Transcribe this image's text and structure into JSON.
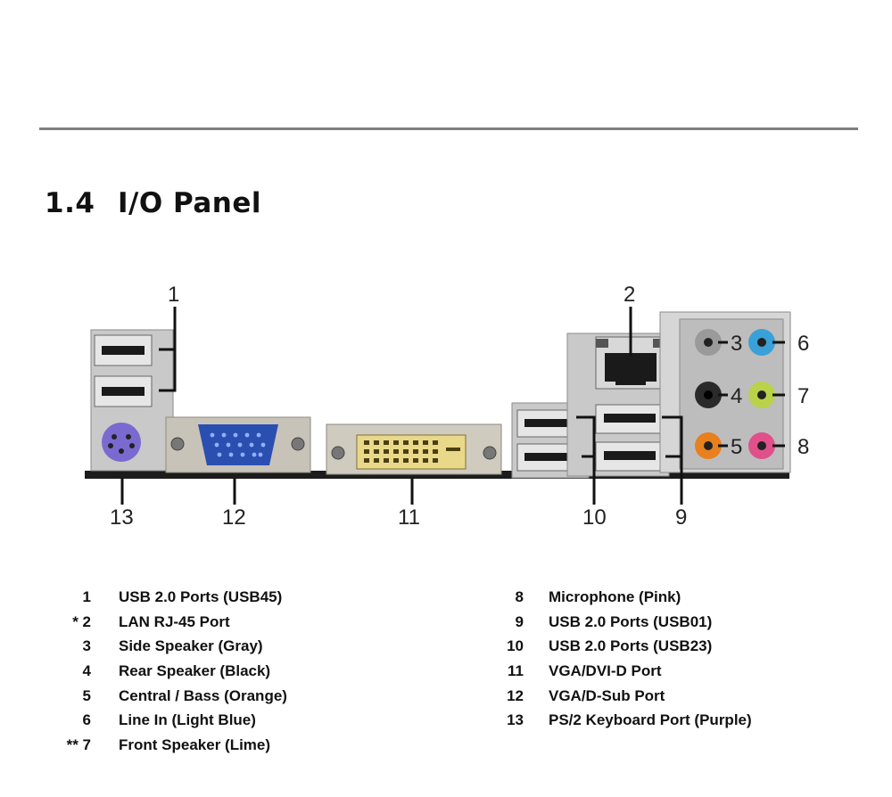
{
  "section": {
    "number": "1.4",
    "title": "I/O Panel"
  },
  "diagram": {
    "callouts": [
      "1",
      "2",
      "3",
      "4",
      "5",
      "6",
      "7",
      "8",
      "9",
      "10",
      "11",
      "12",
      "13"
    ]
  },
  "legend": {
    "left": [
      {
        "num": "1",
        "text": "USB 2.0  Ports  (USB45)"
      },
      {
        "num": "* 2",
        "text": "LAN  RJ-45  Port"
      },
      {
        "num": "3",
        "text": "Side Speaker (Gray)"
      },
      {
        "num": "4",
        "text": "Rear Speaker (Black)"
      },
      {
        "num": "5",
        "text": "Central / Bass (Orange)"
      },
      {
        "num": "6",
        "text": "Line  In  (Light  Blue)"
      },
      {
        "num": "** 7",
        "text": "Front  Speaker  (Lime)"
      }
    ],
    "right": [
      {
        "num": "8",
        "text": "Microphone  (Pink)"
      },
      {
        "num": "9",
        "text": "USB 2.0  Ports  (USB01)"
      },
      {
        "num": "10",
        "text": "USB 2.0  Ports  (USB23)"
      },
      {
        "num": "11",
        "text": "VGA/DVI-D  Port"
      },
      {
        "num": "12",
        "text": "VGA/D-Sub  Port"
      },
      {
        "num": "13",
        "text": "PS/2  Keyboard  Port  (Purple)"
      }
    ]
  },
  "colors": {
    "gray_jack": "#9a9a9a",
    "black_jack": "#2a2a2a",
    "orange_jack": "#e8801e",
    "light_blue_jack": "#3aa0d8",
    "lime_jack": "#b8d24a",
    "pink_jack": "#e0508a",
    "ps2_purple": "#7a6ad0",
    "vga_blue": "#2a4fb0"
  }
}
